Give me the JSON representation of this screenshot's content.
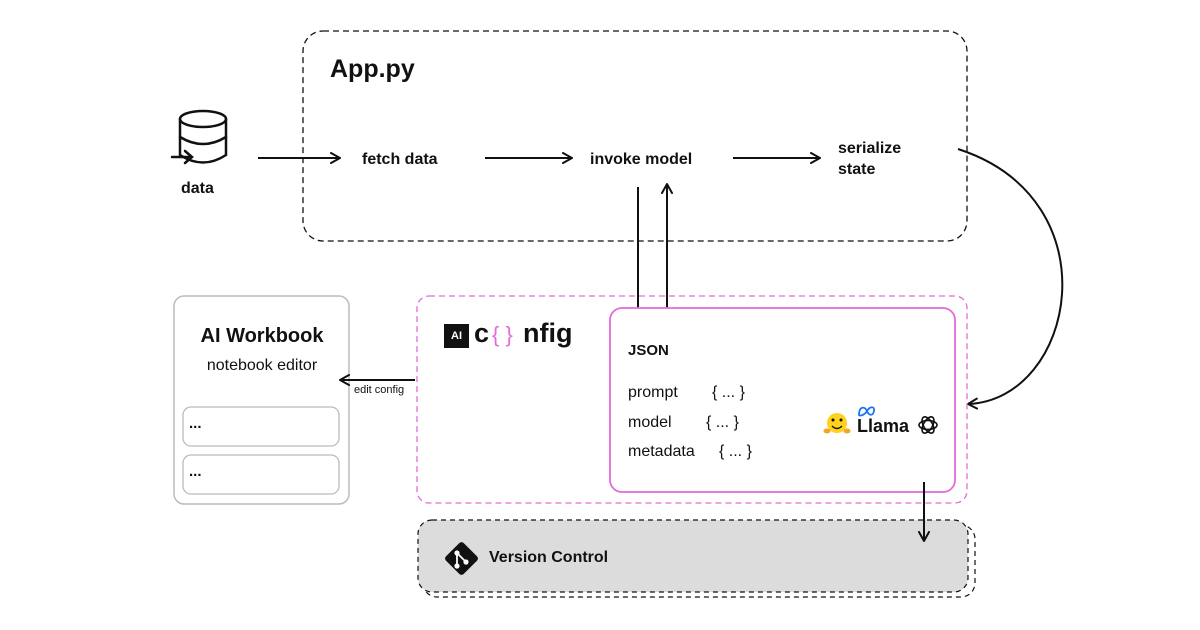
{
  "app": {
    "title": "App.py"
  },
  "source": {
    "label": "data",
    "icon": "database-icon"
  },
  "steps": {
    "fetch": "fetch data",
    "invoke": "invoke model",
    "serialize_line1": "serialize",
    "serialize_line2": "state"
  },
  "workbook": {
    "title": "AI Workbook",
    "subtitle": "notebook editor",
    "items": [
      "...",
      "..."
    ]
  },
  "edit_config": "edit config",
  "aiconfig_logo": {
    "badge": "AI",
    "c": "c",
    "brace": "{ }",
    "rest": "nfig"
  },
  "json": {
    "title": "JSON",
    "rows": [
      {
        "key": "prompt",
        "value": "{ ... }"
      },
      {
        "key": "model",
        "value": "{ ... }"
      },
      {
        "key": "metadata",
        "value": "{ ... }"
      }
    ]
  },
  "providers": {
    "llama": "Llama",
    "icons": [
      "hugging-face-icon",
      "meta-icon",
      "openai-icon"
    ]
  },
  "version_control": {
    "label": "Version Control",
    "icon": "git-icon"
  },
  "colors": {
    "ink": "#111111",
    "config_pink": "#e36bd9",
    "vc_fill": "#dcdcdc",
    "workbook_border": "#bbbbbb",
    "meta_blue": "#1877f2",
    "hf_yellow": "#ffd21e"
  }
}
